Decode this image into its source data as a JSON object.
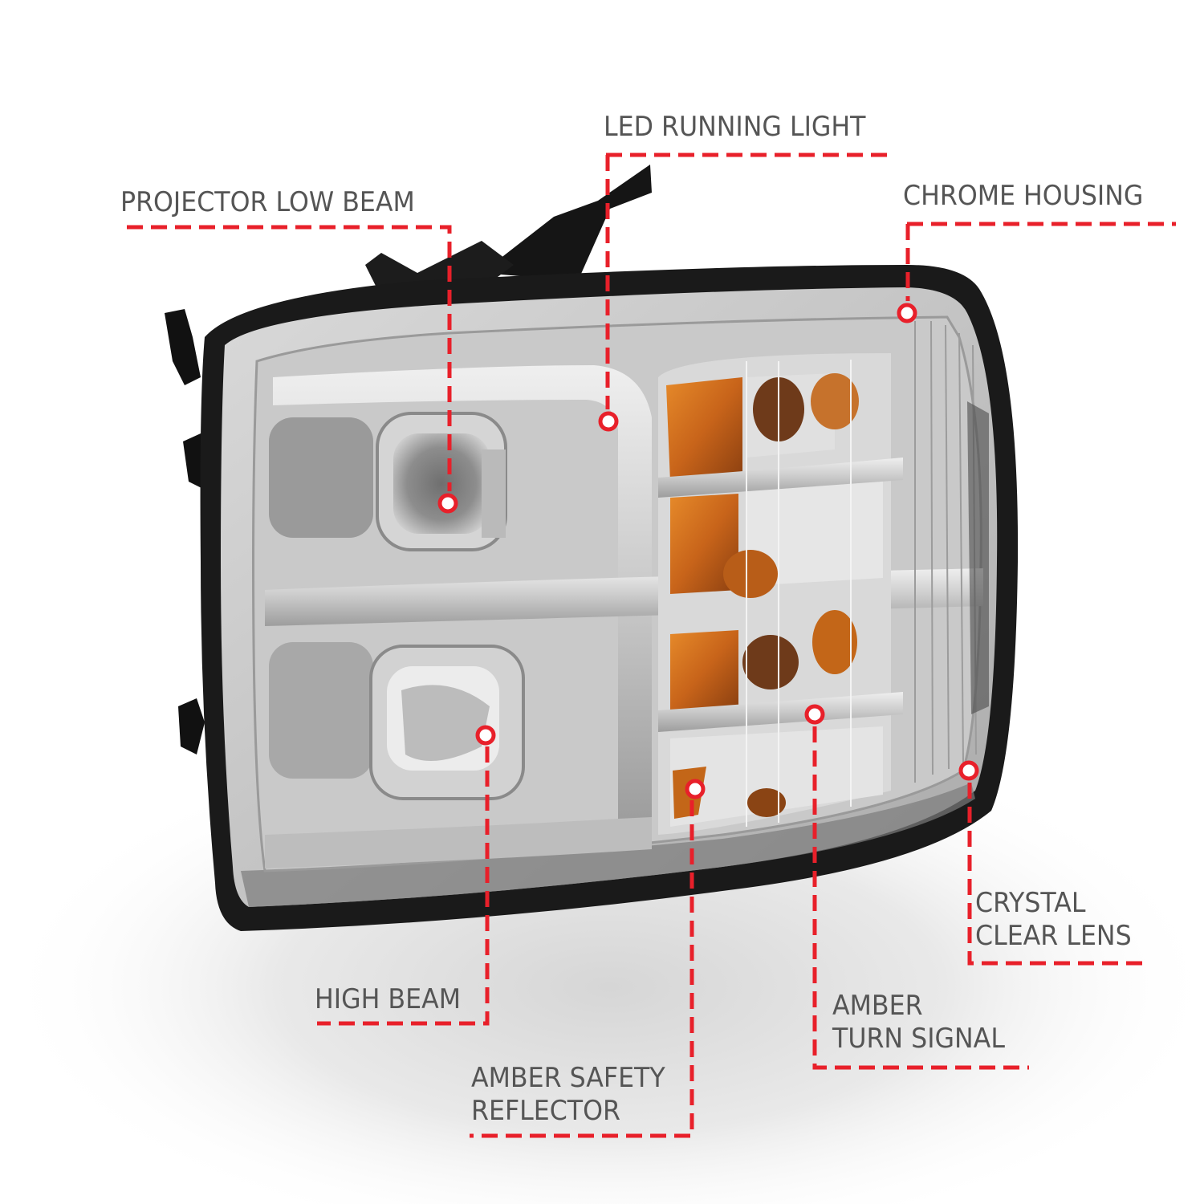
{
  "image": {
    "subject": "Chrome projector headlight with LED light bar",
    "background_color": "#ffffff",
    "floor_shadow_color": "#d9d9d9"
  },
  "style": {
    "label_color": "#555555",
    "callout_color": "#e8202a",
    "dot_fill": "#ffffff",
    "amber_color": "#d8731a",
    "chrome_color": "#b8b8b8",
    "housing_color": "#1a1a1a"
  },
  "callouts": [
    {
      "id": "projector-low-beam",
      "lines": [
        "PROJECTOR LOW BEAM"
      ],
      "dot": [
        558,
        627
      ]
    },
    {
      "id": "led-running-light",
      "lines": [
        "LED RUNNING LIGHT"
      ],
      "dot": [
        758,
        525
      ]
    },
    {
      "id": "chrome-housing",
      "lines": [
        "CHROME HOUSING"
      ],
      "dot": [
        1130,
        390
      ]
    },
    {
      "id": "high-beam",
      "lines": [
        "HIGH BEAM"
      ],
      "dot": [
        605,
        916
      ]
    },
    {
      "id": "amber-safety-reflector",
      "lines": [
        "AMBER SAFETY",
        "REFLECTOR"
      ],
      "dot": [
        866,
        983
      ]
    },
    {
      "id": "amber-turn-signal",
      "lines": [
        "AMBER",
        "TURN SIGNAL"
      ],
      "dot": [
        1015,
        890
      ]
    },
    {
      "id": "crystal-clear-lens",
      "lines": [
        "CRYSTAL",
        "CLEAR LENS"
      ],
      "dot": [
        1207,
        960
      ]
    }
  ]
}
